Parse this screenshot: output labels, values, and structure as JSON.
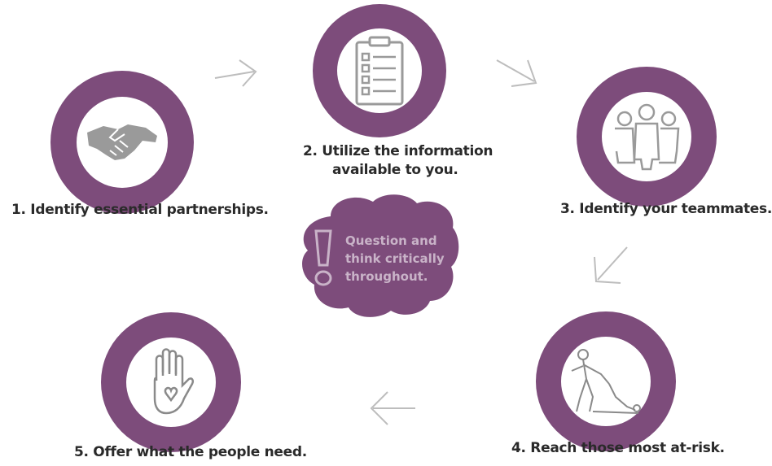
{
  "steps": [
    {
      "label": "1. Identify essential partnerships.",
      "icon": "handshake-icon"
    },
    {
      "label_line1": "2. Utilize the information",
      "label_line2": "available to you.",
      "icon": "clipboard-checklist-icon"
    },
    {
      "label": "3. Identify your teammates.",
      "icon": "team-people-icon"
    },
    {
      "label": "4. Reach those most at-risk.",
      "icon": "person-reaching-icon"
    },
    {
      "label": "5. Offer what the people need.",
      "icon": "open-hand-heart-icon"
    }
  ],
  "center": {
    "line1": "Question and",
    "line2": "think critically",
    "line3": "throughout.",
    "icon": "exclamation-icon"
  },
  "colors": {
    "accent": "#7d4c7b",
    "cloud_text": "#c9b3c8",
    "icon_gray": "#9a9a9a",
    "arrow_gray": "#bdbdbd"
  }
}
